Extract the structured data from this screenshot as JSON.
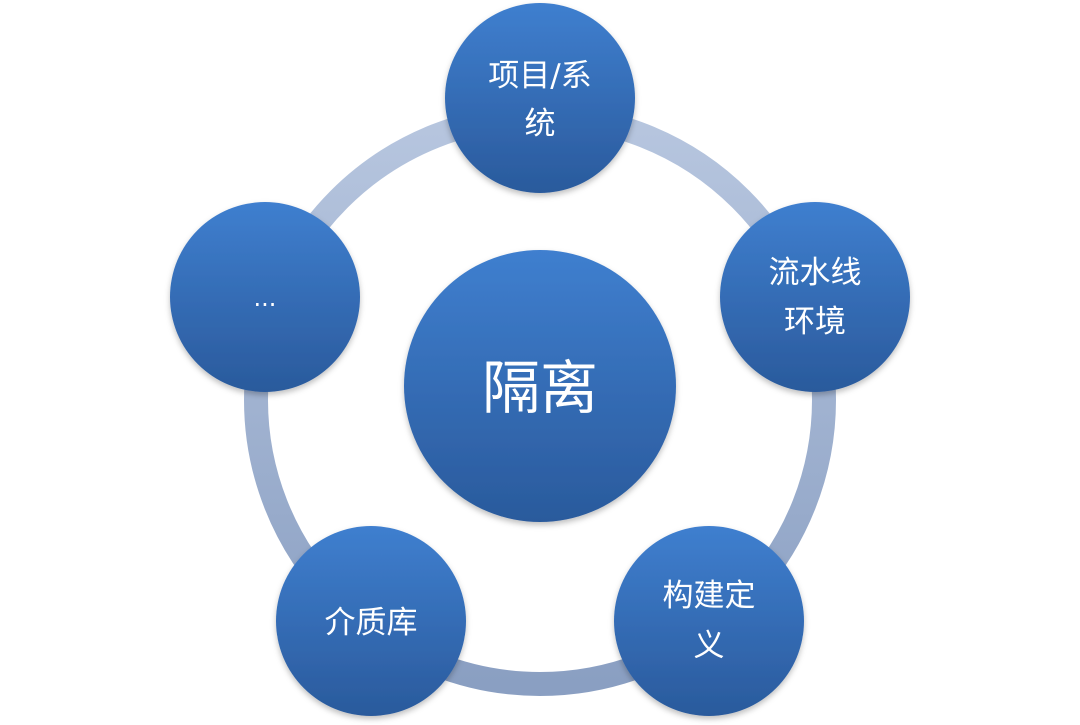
{
  "center": {
    "label": "隔离"
  },
  "nodes": [
    {
      "id": "project-system",
      "lines": [
        "项目/系",
        "统"
      ]
    },
    {
      "id": "pipeline-env",
      "lines": [
        "流水线",
        "环境"
      ]
    },
    {
      "id": "build-definition",
      "lines": [
        "构建定",
        "义"
      ]
    },
    {
      "id": "media-library",
      "lines": [
        "介质库"
      ]
    },
    {
      "id": "more",
      "lines": [
        "..."
      ]
    }
  ],
  "colors": {
    "node_fill_top": "#3f7fcf",
    "node_fill_bottom": "#2a5a9c",
    "ring_light": "#b7c6df",
    "ring_dark": "#8a9fc2",
    "label": "#ffffff"
  }
}
